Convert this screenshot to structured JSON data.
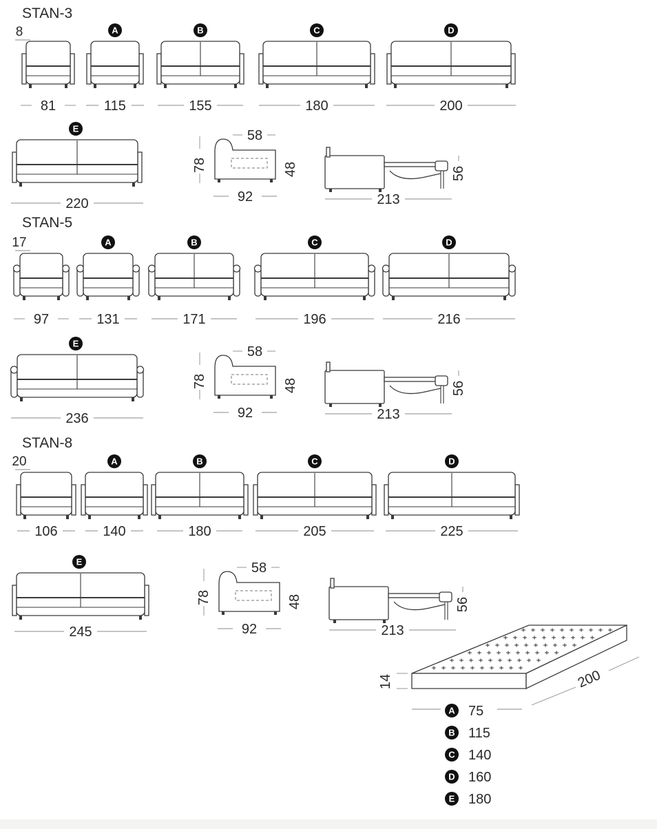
{
  "series": [
    {
      "title": "STAN-3",
      "arm_width": "8",
      "widths": [
        "81",
        "115",
        "155",
        "180",
        "200",
        "220"
      ],
      "side_view": {
        "depth": "92",
        "seat_depth": "58",
        "height": "78",
        "seat_height": "48"
      },
      "bed_view": {
        "length": "213",
        "height": "56"
      }
    },
    {
      "title": "STAN-5",
      "arm_width": "17",
      "widths": [
        "97",
        "131",
        "171",
        "196",
        "216",
        "236"
      ],
      "side_view": {
        "depth": "92",
        "seat_depth": "58",
        "height": "78",
        "seat_height": "48"
      },
      "bed_view": {
        "length": "213",
        "height": "56"
      }
    },
    {
      "title": "STAN-8",
      "arm_width": "20",
      "widths": [
        "106",
        "140",
        "180",
        "205",
        "225",
        "245"
      ],
      "side_view": {
        "depth": "92",
        "seat_depth": "58",
        "height": "78",
        "seat_height": "48"
      },
      "bed_view": {
        "length": "213",
        "height": "56"
      }
    }
  ],
  "variant_badges": [
    "A",
    "B",
    "C",
    "D",
    "E"
  ],
  "mattress": {
    "thickness": "14",
    "length": "200",
    "widths": [
      {
        "badge": "A",
        "value": "75"
      },
      {
        "badge": "B",
        "value": "115"
      },
      {
        "badge": "C",
        "value": "140"
      },
      {
        "badge": "D",
        "value": "160"
      },
      {
        "badge": "E",
        "value": "180"
      }
    ]
  },
  "colors": {
    "line": "#3a3a3a",
    "badge": "#111111",
    "dimension_line": "#8a8a8a"
  }
}
